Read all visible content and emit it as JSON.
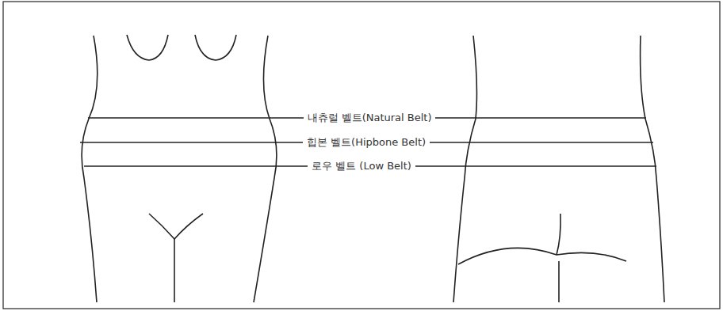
{
  "diagram": {
    "labels": [
      "내츄럴 벨트(Natural Belt)",
      "힙본 벨트(Hipbone Belt)",
      "로우 벨트 (Low Belt)"
    ]
  }
}
